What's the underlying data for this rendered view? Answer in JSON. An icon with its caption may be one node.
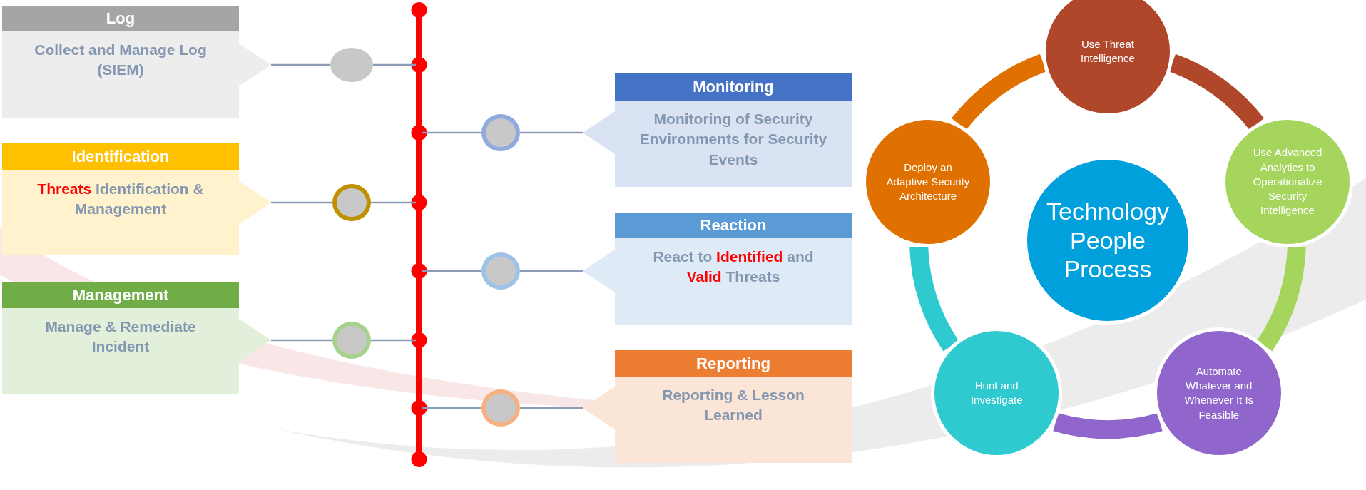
{
  "diagram": {
    "nodes": [
      {
        "text": [
          "Log",
          "Collect and Manage Log (SIEM)"
        ]
      },
      {
        "text": [
          "Identification",
          "**Threats** Identification & Management"
        ]
      },
      {
        "text": [
          "Management",
          "Manage & Remediate Incident"
        ]
      },
      {
        "text": [
          "Monitoring",
          "Monitoring of Security Environments for Security Events"
        ]
      },
      {
        "text": [
          "Reaction",
          "React to **Identified** and **Valid** Threats"
        ]
      },
      {
        "text": [
          "Reporting",
          "Reporting & Lesson Learned"
        ]
      },
      {
        "text": [],
        "shape": "bar"
      },
      {
        "text": [],
        "shape": "circle"
      },
      {
        "text": [],
        "shape": "circle"
      },
      {
        "text": [],
        "shape": "circle"
      },
      {
        "text": [],
        "shape": "circle"
      },
      {
        "text": [],
        "shape": "circle"
      },
      {
        "text": [],
        "shape": "circle"
      },
      {
        "text": [
          "Technology People Process"
        ]
      },
      {
        "text": [
          "Use Threat Intelligence"
        ]
      },
      {
        "text": [
          "Use Advanced Analytics to Operationalize Security Intelligence"
        ]
      },
      {
        "text": [
          "Automate Whatever and Whenever It Is Feasible"
        ]
      },
      {
        "text": [
          "Hunt and Investigate"
        ]
      },
      {
        "text": [
          "Deploy an Adaptive Security Architecture"
        ]
      }
    ],
    "edges": [
      {
        "from": 0,
        "to": 7,
        "arrow": "none"
      },
      {
        "from": 7,
        "to": 6,
        "arrow": "none"
      },
      {
        "from": 1,
        "to": 8,
        "arrow": "none"
      },
      {
        "from": 8,
        "to": 6,
        "arrow": "none"
      },
      {
        "from": 2,
        "to": 9,
        "arrow": "none"
      },
      {
        "from": 9,
        "to": 6,
        "arrow": "none"
      },
      {
        "from": 3,
        "to": 10,
        "arrow": "none"
      },
      {
        "from": 10,
        "to": 6,
        "arrow": "none"
      },
      {
        "from": 4,
        "to": 11,
        "arrow": "none"
      },
      {
        "from": 11,
        "to": 6,
        "arrow": "none"
      },
      {
        "from": 5,
        "to": 12,
        "arrow": "none"
      },
      {
        "from": 12,
        "to": 6,
        "arrow": "none"
      },
      {
        "from": 14,
        "to": 15,
        "arrow": "none",
        "style": "thick",
        "color": "#b0472a"
      },
      {
        "from": 15,
        "to": 16,
        "arrow": "none",
        "style": "thick",
        "color": "#a5d55c"
      },
      {
        "from": 16,
        "to": 17,
        "arrow": "none",
        "style": "thick",
        "color": "#9065cc"
      },
      {
        "from": 17,
        "to": 18,
        "arrow": "none",
        "style": "thick",
        "color": "#2ecad0"
      },
      {
        "from": 18,
        "to": 14,
        "arrow": "none",
        "style": "thick",
        "color": "#e07000"
      }
    ]
  }
}
